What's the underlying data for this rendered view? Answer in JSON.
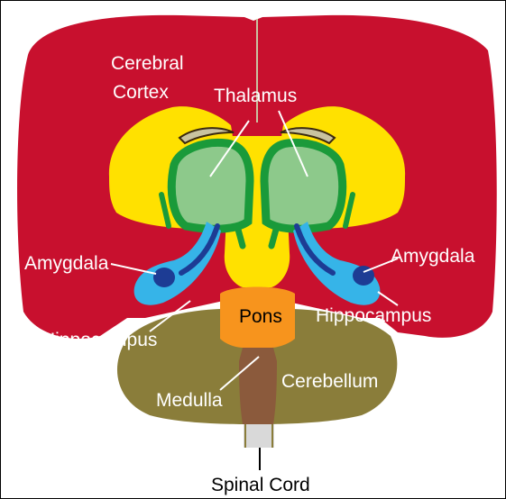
{
  "title": "",
  "labels": {
    "cerebral_cortex_line1": "Cerebral",
    "cerebral_cortex_line2": "Cortex",
    "thalamus": "Thalamus",
    "amygdala_left": "Amygdala",
    "amygdala_right": "Amygdala",
    "hippocampus_left": "Hippocampus",
    "hippocampus_right": "Hippocampus",
    "pons": "Pons",
    "medulla": "Medulla",
    "cerebellum": "Cerebellum",
    "spinal_cord": "Spinal Cord"
  },
  "colors": {
    "cortex": "#c8102e",
    "basal_ganglia": "#ffe100",
    "thalamus_fill": "#8dc98b",
    "thalamus_outline": "#1a9a3a",
    "amygdala": "#1d3c94",
    "hippocampus": "#36b4e8",
    "pons": "#f7941d",
    "medulla": "#8b5a3c",
    "cerebellum": "#8a7d3a",
    "ventricle": "#c9c3a0",
    "spinal_cord": "#d9d9d9",
    "label_light": "#ffffff",
    "label_dark": "#000000"
  }
}
